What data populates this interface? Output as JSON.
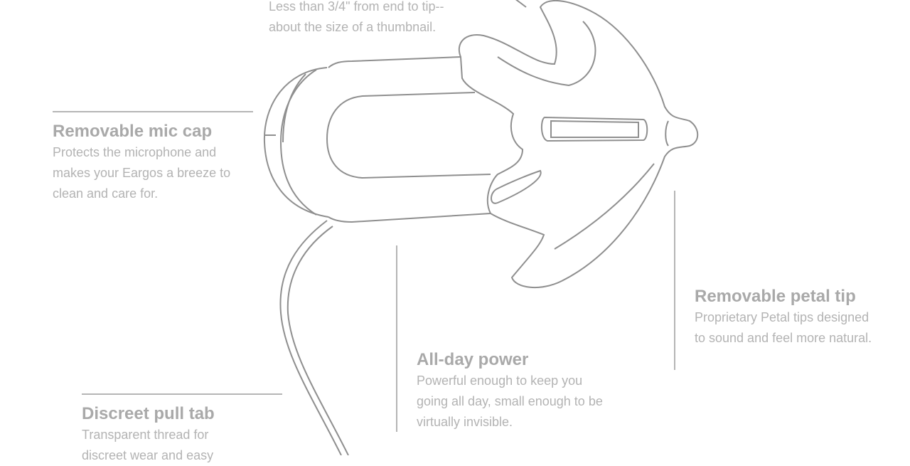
{
  "features": {
    "size": {
      "desc": "Less than 3/4\" from end to tip--about the size of a thumbnail."
    },
    "mic_cap": {
      "title": "Removable mic cap",
      "desc": "Protects the microphone and makes your Eargos a breeze to clean and care for."
    },
    "petal_tip": {
      "title": "Removable petal tip",
      "desc": "Proprietary Petal tips designed to sound and feel more natural."
    },
    "power": {
      "title": "All-day power",
      "desc": "Powerful enough to keep you going all day, small enough to be virtually invisible."
    },
    "pull_tab": {
      "title": "Discreet pull tab",
      "desc": "Transparent thread for discreet wear and easy"
    }
  }
}
